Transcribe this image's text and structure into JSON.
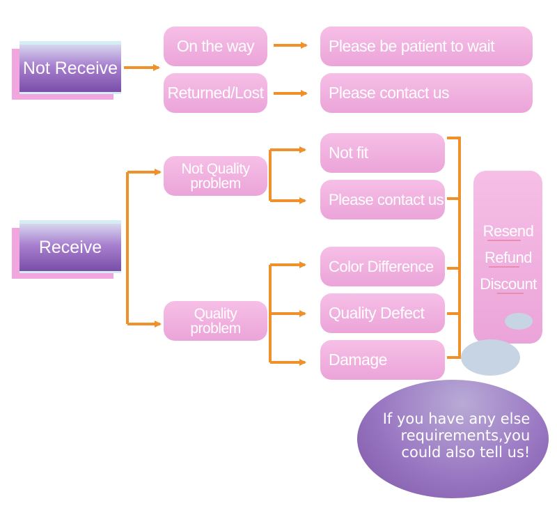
{
  "colors": {
    "arrow": "#f0902a",
    "pill": "#eba4d9",
    "category": "#7a4ea8"
  },
  "icons": {
    "arrow": "arrow-right-icon",
    "bracket": "bracket-icon"
  },
  "categories": {
    "not_receive": "Not Receive",
    "receive": "Receive"
  },
  "not_receive": {
    "on_the_way": "On the way",
    "on_the_way_action": "Please be patient to wait",
    "returned_lost": "Returned/Lost",
    "returned_lost_action": "Please contact us"
  },
  "receive": {
    "not_quality_line1": "Not Quality",
    "not_quality_line2": "problem",
    "quality_line1": "Quality",
    "quality_line2": "problem",
    "not_fit": "Not fit",
    "please_contact": "Please contact us",
    "color_difference": "Color Difference",
    "quality_defect": "Quality Defect",
    "damage": "Damage"
  },
  "options": {
    "resend": "Resend",
    "refund": "Refund",
    "discount": "Discount"
  },
  "message": {
    "line1": "If you have any else",
    "line2": "requirements,you",
    "line3": "could also tell us!"
  }
}
